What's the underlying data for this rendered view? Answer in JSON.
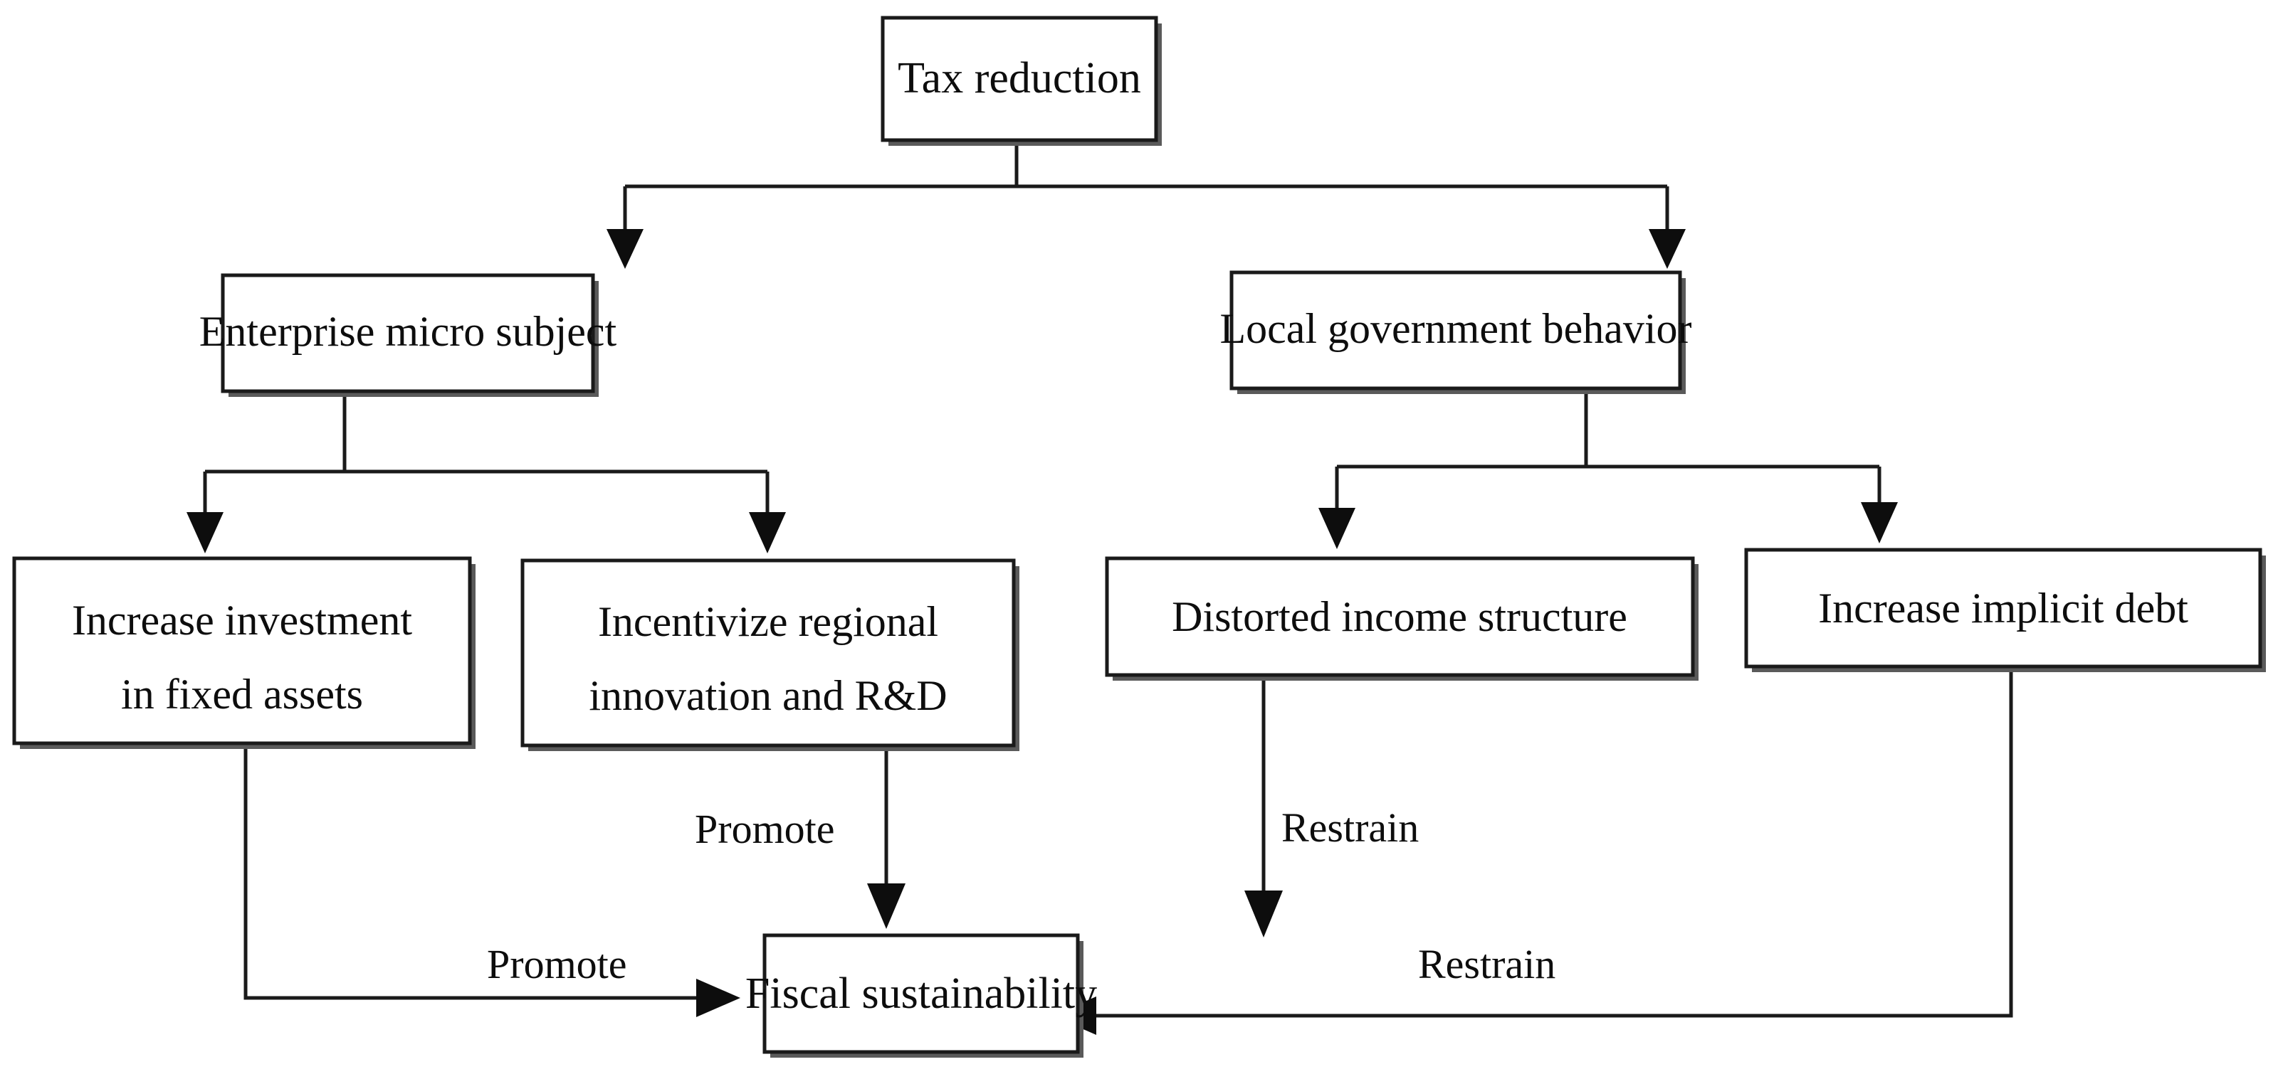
{
  "diagram": {
    "type": "flowchart",
    "title": "Tax reduction mechanism and fiscal sustainability",
    "colors": {
      "box_fill": "#ffffff",
      "box_stroke": "#1a1a1a",
      "text": "#0d0d0d",
      "edge": "#1a1a1a",
      "shadow": "#5a5a5a",
      "background": "#ffffff"
    },
    "nodes": [
      {
        "id": "tax_reduction",
        "label": "Tax reduction",
        "line1": "Tax reduction",
        "line2": "",
        "level": 0
      },
      {
        "id": "enterprise_micro",
        "label": "Enterprise micro subject",
        "line1": "Enterprise micro subject",
        "line2": "",
        "level": 1
      },
      {
        "id": "local_government",
        "label": "Local government behavior",
        "line1": "Local government behavior",
        "line2": "",
        "level": 1
      },
      {
        "id": "fixed_assets",
        "label": "Increase investment in fixed assets",
        "line1": "Increase investment",
        "line2": "in fixed assets",
        "level": 2
      },
      {
        "id": "innovation_rd",
        "label": "Incentivize regional innovation and R&D",
        "line1": "Incentivize regional",
        "line2": "innovation and R&D",
        "level": 2
      },
      {
        "id": "distorted_income",
        "label": "Distorted income structure",
        "line1": "Distorted income structure",
        "line2": "",
        "level": 2
      },
      {
        "id": "implicit_debt",
        "label": "Increase implicit debt",
        "line1": "Increase implicit debt",
        "line2": "",
        "level": 2
      },
      {
        "id": "fiscal_sustainability",
        "label": "Fiscal sustainability",
        "line1": "Fiscal sustainability",
        "line2": "",
        "level": 3
      }
    ],
    "edges": [
      {
        "id": "e1",
        "from": "tax_reduction",
        "to": "enterprise_micro",
        "label": ""
      },
      {
        "id": "e2",
        "from": "tax_reduction",
        "to": "local_government",
        "label": ""
      },
      {
        "id": "e3",
        "from": "enterprise_micro",
        "to": "fixed_assets",
        "label": ""
      },
      {
        "id": "e4",
        "from": "enterprise_micro",
        "to": "innovation_rd",
        "label": ""
      },
      {
        "id": "e5",
        "from": "local_government",
        "to": "distorted_income",
        "label": ""
      },
      {
        "id": "e6",
        "from": "local_government",
        "to": "implicit_debt",
        "label": ""
      },
      {
        "id": "e7",
        "from": "innovation_rd",
        "to": "fiscal_sustainability",
        "label": "Promote"
      },
      {
        "id": "e8",
        "from": "fixed_assets",
        "to": "fiscal_sustainability",
        "label": "Promote"
      },
      {
        "id": "e9",
        "from": "distorted_income",
        "to": "fiscal_sustainability",
        "label": "Restrain"
      },
      {
        "id": "e10",
        "from": "implicit_debt",
        "to": "fiscal_sustainability",
        "label": "Restrain"
      }
    ],
    "edge_labels": [
      {
        "id": "label_promote_top",
        "text": "Promote"
      },
      {
        "id": "label_promote_bottom",
        "text": "Promote"
      },
      {
        "id": "label_restrain_top",
        "text": "Restrain"
      },
      {
        "id": "label_restrain_right",
        "text": "Restrain"
      }
    ]
  }
}
